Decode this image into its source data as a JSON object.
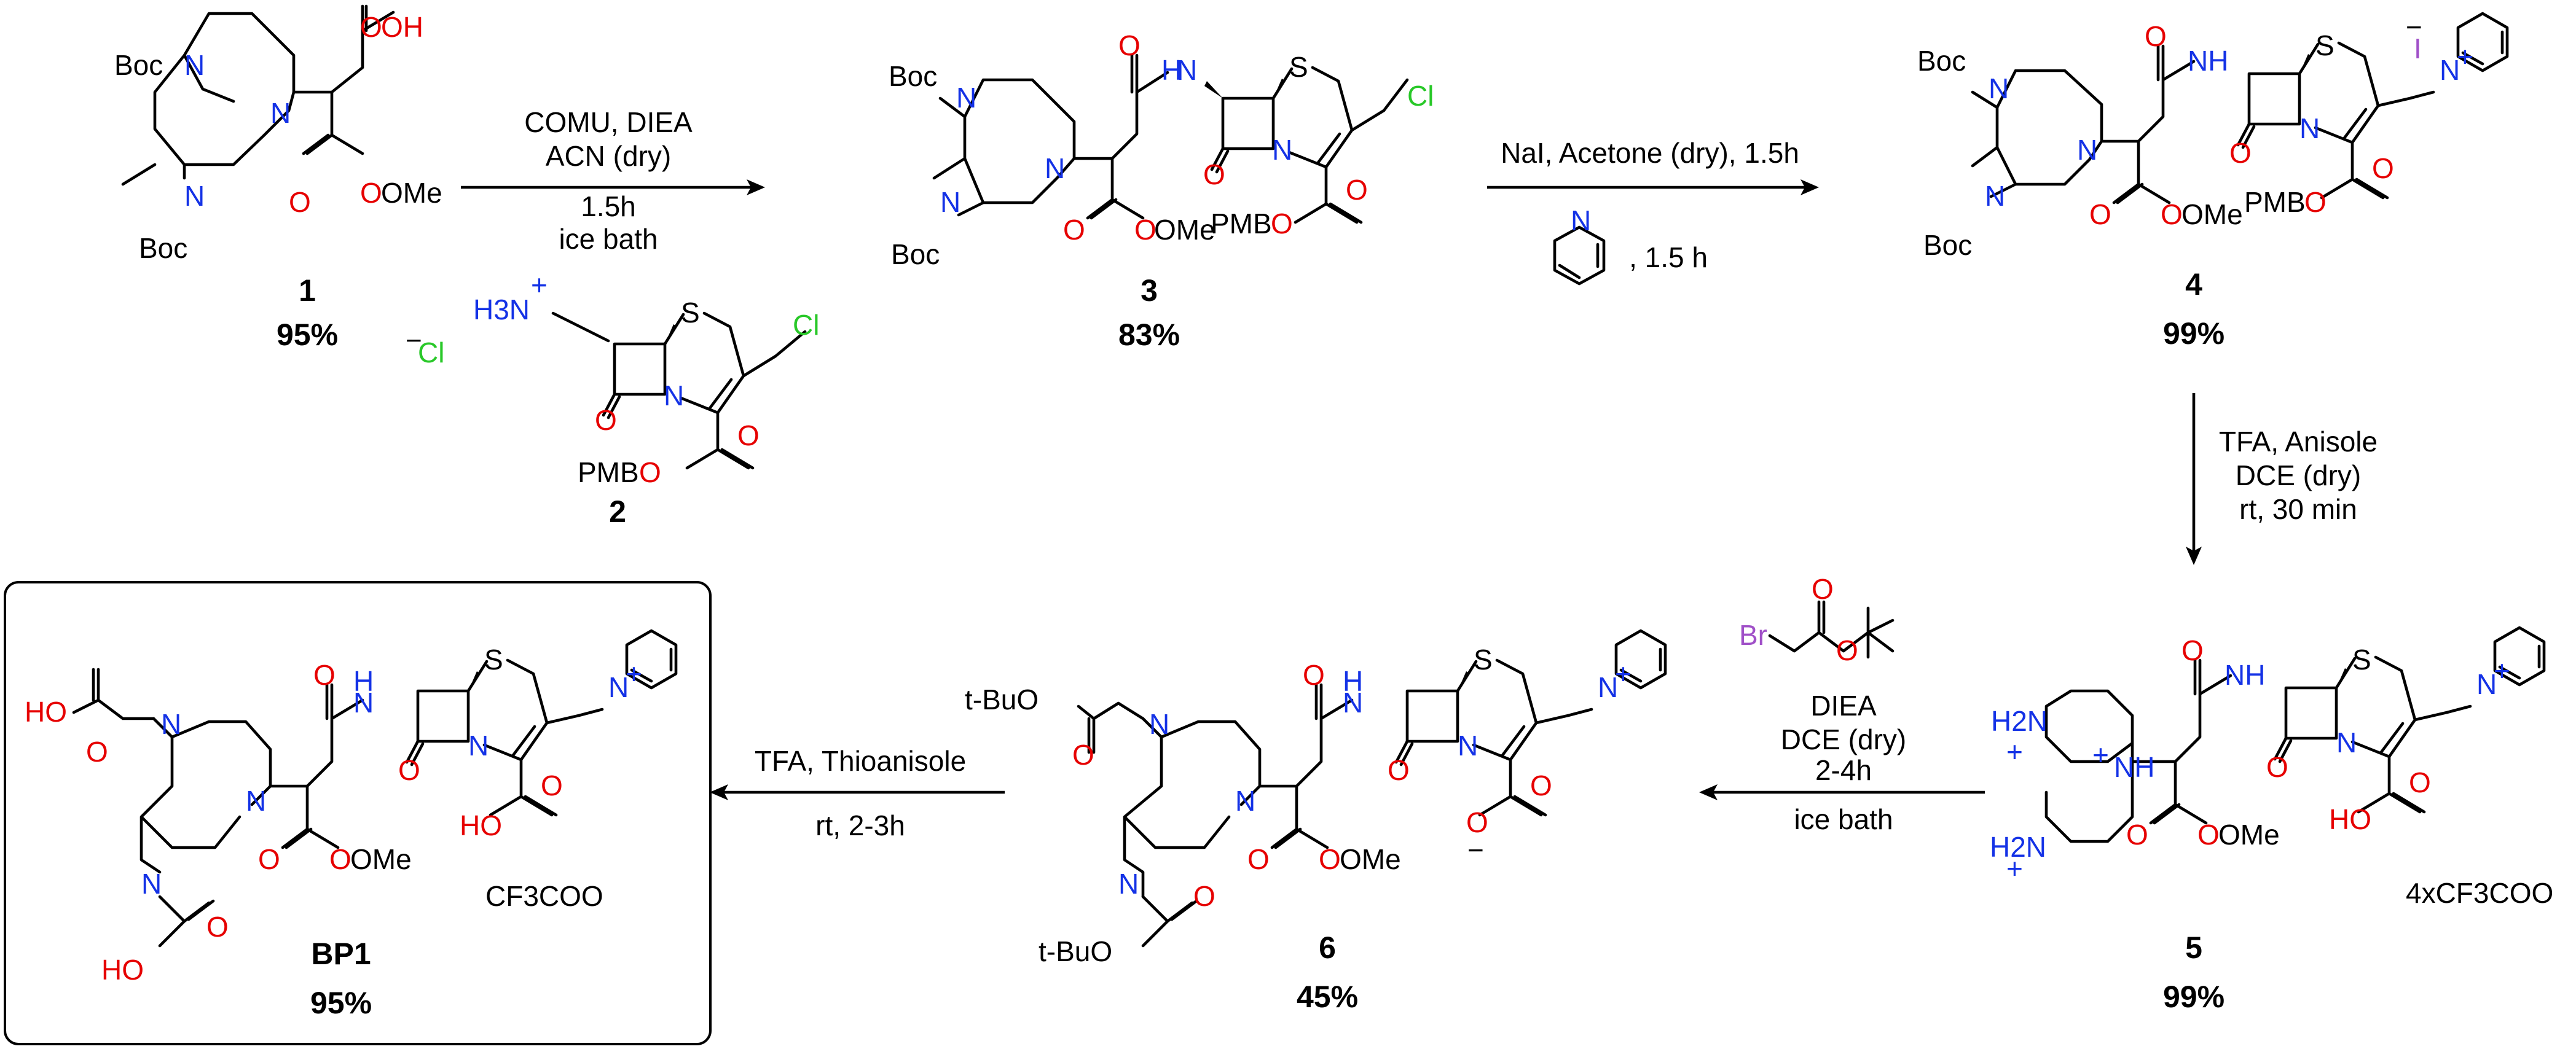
{
  "colors": {
    "bond": "#000000",
    "nitrogen": "#1432e6",
    "oxygen": "#e60000",
    "chlorine": "#28c828",
    "bromine": "#a050c8",
    "iodine": "#a050c8",
    "box_border": "#000000"
  },
  "compounds": [
    {
      "id": "1",
      "yield": "95%"
    },
    {
      "id": "2",
      "yield": ""
    },
    {
      "id": "3",
      "yield": "83%"
    },
    {
      "id": "4",
      "yield": "99%"
    },
    {
      "id": "5",
      "yield": "99%"
    },
    {
      "id": "6",
      "yield": "45%"
    },
    {
      "id": "BP1",
      "yield": "95%"
    }
  ],
  "steps": {
    "s1": [
      "COMU, DIEA",
      "ACN (dry)",
      "1.5h",
      "ice bath"
    ],
    "s2": [
      "NaI, Acetone (dry), 1.5h",
      ", 1.5 h"
    ],
    "s3": [
      "TFA, Anisole",
      "DCE (dry)",
      "rt, 30 min"
    ],
    "s4": [
      "DIEA",
      "DCE (dry)",
      "2-4h",
      "ice bath"
    ],
    "s5": [
      "TFA, Thioanisole",
      "rt, 2-3h"
    ]
  },
  "atoms": {
    "boc": "Boc",
    "pmb": "PMB",
    "ome": "OMe",
    "oh": "OH",
    "ho": "HO",
    "tbuo": "t-BuO",
    "n": "N",
    "nh": "NH",
    "h": "H",
    "o": "O",
    "s": "S",
    "cl": "Cl",
    "br": "Br",
    "i": "I",
    "plus": "+",
    "minus": "−",
    "h3n": "H3N",
    "h2n": "H2N",
    "cf3coo": "CF3COO",
    "tfa4": "4xCF3COO"
  }
}
